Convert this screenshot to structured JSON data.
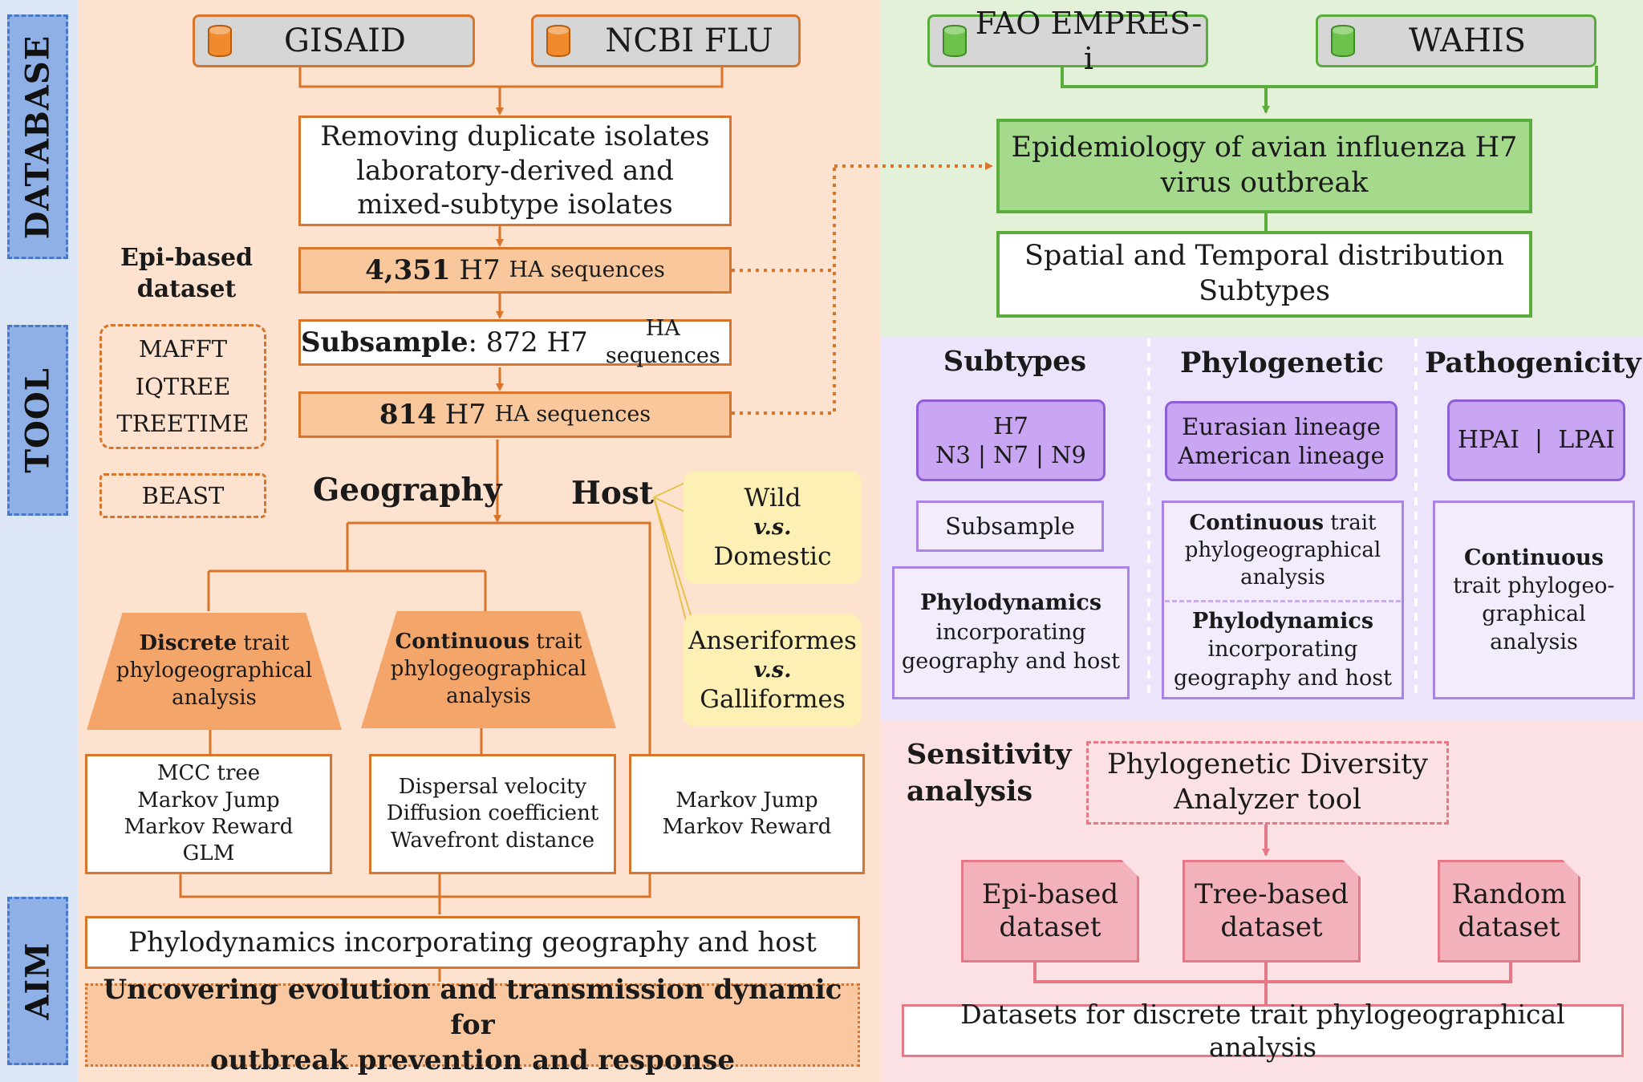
{
  "side_labels": {
    "database": "DATABASE",
    "tool": "TOOL",
    "aim": "AIM"
  },
  "databases": {
    "gisaid": "GISAID",
    "ncbi": "NCBI FLU",
    "fao": "FAO EMPRES-i",
    "wahis": "WAHIS"
  },
  "pipeline": {
    "remove_dup": "Removing duplicate isolates laboratory-derived and mixed-subtype isolates",
    "seq1_num": "4,351",
    "seq1_h7": " H7 ",
    "seq1_ha": "HA sequences",
    "epi_dataset": "Epi-based dataset",
    "seq2_label": "Subsample",
    "seq2_rest": ": 872 H7 ",
    "seq2_ha": "HA sequences",
    "seq3_num": "814",
    "seq3_h7": " H7 ",
    "seq3_ha": "HA sequences"
  },
  "tools": {
    "mafft": "MAFFT",
    "iqtree": "IQTREE",
    "treetime": "TREETIME",
    "beast": "BEAST"
  },
  "branches": {
    "geography": "Geography",
    "host": "Host"
  },
  "host_types": {
    "wild": "Wild",
    "vs1": "v.s.",
    "domestic": "Domestic",
    "anseriformes": "Anseriformes",
    "vs2": "v.s.",
    "galliformes": "Galliformes"
  },
  "analyses": {
    "discrete_bold": "Discrete",
    "discrete_rest": " trait",
    "discrete_l2": "phylogeographical",
    "discrete_l3": "analysis",
    "continuous_bold": "Continuous",
    "continuous_rest": " trait",
    "continuous_l2": "phylogeographical",
    "continuous_l3": "analysis"
  },
  "outputs": {
    "discrete": [
      "MCC tree",
      "Markov Jump",
      "Markov Reward",
      "GLM"
    ],
    "continuous": [
      "Dispersal velocity",
      "Diffusion coefficient",
      "Wavefront distance"
    ],
    "host": [
      "Markov Jump",
      "Markov Reward"
    ]
  },
  "aim": {
    "line1": "Phylodynamics incorporating geography and host",
    "line2a": "Uncovering evolution and transmission dynamic for",
    "line2b": "outbreak prevention and response"
  },
  "epidemiology": {
    "title_l1": "Epidemiology of avian influenza H7",
    "title_l2": "virus outbreak",
    "dist_l1": "Spatial and Temporal distribution",
    "dist_l2": "Subtypes"
  },
  "subtypes": {
    "header": "Subtypes",
    "box_l1": "H7",
    "box_l2": "N3 | N7 | N9",
    "subsample": "Subsample",
    "phylo_bold": "Phylodynamics",
    "phylo_l2": "incorporating",
    "phylo_l3": "geography and host"
  },
  "phylogenetic": {
    "header": "Phylogenetic",
    "lineage1": "Eurasian lineage",
    "lineage2": "American lineage",
    "cont_bold": "Continuous",
    "cont_rest": " trait",
    "cont_l2": "phylogeographical",
    "cont_l3": "analysis",
    "phylo_bold": "Phylodynamics",
    "phylo_l2": "incorporating",
    "phylo_l3": "geography and host"
  },
  "pathogenicity": {
    "header": "Pathogenicity",
    "box": "HPAI  |  LPAI",
    "cont_bold": "Continuous",
    "cont_l2": "trait phylogeo-",
    "cont_l3": "graphical",
    "cont_l4": "analysis"
  },
  "sensitivity": {
    "title_l1": "Sensitivity",
    "title_l2": "analysis",
    "tool_l1": "Phylogenetic Diversity",
    "tool_l2": "Analyzer tool",
    "epi_l1": "Epi-based",
    "epi_l2": "dataset",
    "tree_l1": "Tree-based",
    "tree_l2": "dataset",
    "random_l1": "Random",
    "random_l2": "dataset",
    "bottom": "Datasets for discrete trait phylogeographical analysis"
  },
  "colors": {
    "orange": "#d9742a",
    "green": "#5aad3c",
    "purple": "#8e5ed9",
    "pink": "#e57886",
    "blue": "#4a78c8"
  }
}
